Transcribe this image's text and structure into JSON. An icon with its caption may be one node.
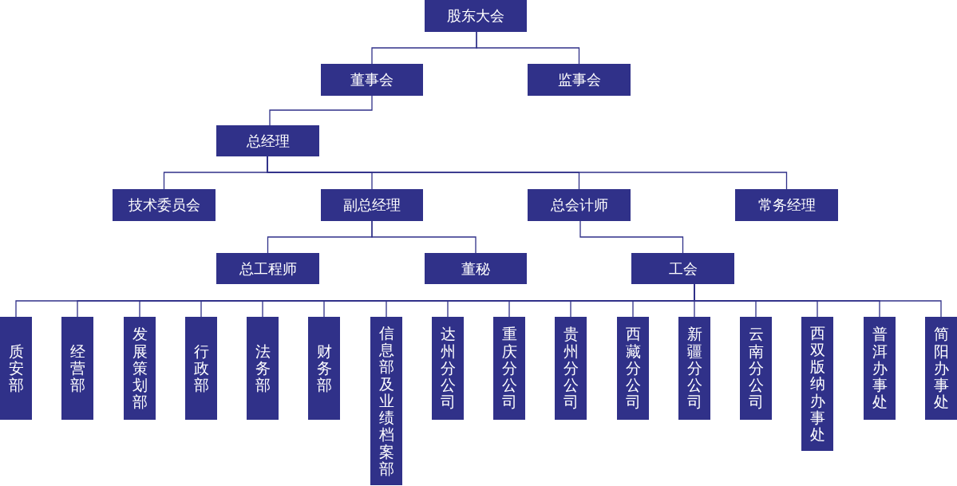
{
  "diagram": {
    "nodes": [
      {
        "text": [
          "股东大会"
        ]
      },
      {
        "text": [
          "董事会"
        ]
      },
      {
        "text": [
          "监事会"
        ]
      },
      {
        "text": [
          "总经理"
        ]
      },
      {
        "text": [
          "技术委员会"
        ]
      },
      {
        "text": [
          "副总经理"
        ]
      },
      {
        "text": [
          "总会计师"
        ]
      },
      {
        "text": [
          "常务经理"
        ]
      },
      {
        "text": [
          "总工程师"
        ]
      },
      {
        "text": [
          "董秘"
        ]
      },
      {
        "text": [
          "工会"
        ]
      },
      {
        "text": [
          "质安部"
        ]
      },
      {
        "text": [
          "经营部"
        ]
      },
      {
        "text": [
          "发展策划部"
        ]
      },
      {
        "text": [
          "行政部"
        ]
      },
      {
        "text": [
          "法务部"
        ]
      },
      {
        "text": [
          "财务部"
        ]
      },
      {
        "text": [
          "信息部及业绩档案部"
        ]
      },
      {
        "text": [
          "达州分公司"
        ]
      },
      {
        "text": [
          "重庆分公司"
        ]
      },
      {
        "text": [
          "贵州分公司"
        ]
      },
      {
        "text": [
          "西藏分公司"
        ]
      },
      {
        "text": [
          "新疆分公司"
        ]
      },
      {
        "text": [
          "云南分公司"
        ]
      },
      {
        "text": [
          "西双版纳办事处"
        ]
      },
      {
        "text": [
          "普洱办事处"
        ]
      },
      {
        "text": [
          "简阳办事处"
        ]
      }
    ],
    "edges": [
      {
        "from": 0,
        "to": 1,
        "arrow": "none"
      },
      {
        "from": 0,
        "to": 2,
        "arrow": "none"
      },
      {
        "from": 1,
        "to": 3,
        "arrow": "none"
      },
      {
        "from": 3,
        "to": 4,
        "arrow": "none"
      },
      {
        "from": 3,
        "to": 5,
        "arrow": "none"
      },
      {
        "from": 3,
        "to": 6,
        "arrow": "none"
      },
      {
        "from": 3,
        "to": 7,
        "arrow": "none"
      },
      {
        "from": 5,
        "to": 8,
        "arrow": "none"
      },
      {
        "from": 5,
        "to": 9,
        "arrow": "none"
      },
      {
        "from": 6,
        "to": 10,
        "arrow": "none"
      },
      {
        "from": 10,
        "to": 11,
        "arrow": "none"
      },
      {
        "from": 10,
        "to": 12,
        "arrow": "none"
      },
      {
        "from": 10,
        "to": 13,
        "arrow": "none"
      },
      {
        "from": 10,
        "to": 14,
        "arrow": "none"
      },
      {
        "from": 10,
        "to": 15,
        "arrow": "none"
      },
      {
        "from": 10,
        "to": 16,
        "arrow": "none"
      },
      {
        "from": 10,
        "to": 17,
        "arrow": "none"
      },
      {
        "from": 10,
        "to": 18,
        "arrow": "none"
      },
      {
        "from": 10,
        "to": 19,
        "arrow": "none"
      },
      {
        "from": 10,
        "to": 20,
        "arrow": "none"
      },
      {
        "from": 10,
        "to": 21,
        "arrow": "none"
      },
      {
        "from": 10,
        "to": 22,
        "arrow": "none"
      },
      {
        "from": 10,
        "to": 23,
        "arrow": "none"
      },
      {
        "from": 10,
        "to": 24,
        "arrow": "none"
      },
      {
        "from": 10,
        "to": 25,
        "arrow": "none"
      },
      {
        "from": 10,
        "to": 26,
        "arrow": "none"
      }
    ]
  }
}
